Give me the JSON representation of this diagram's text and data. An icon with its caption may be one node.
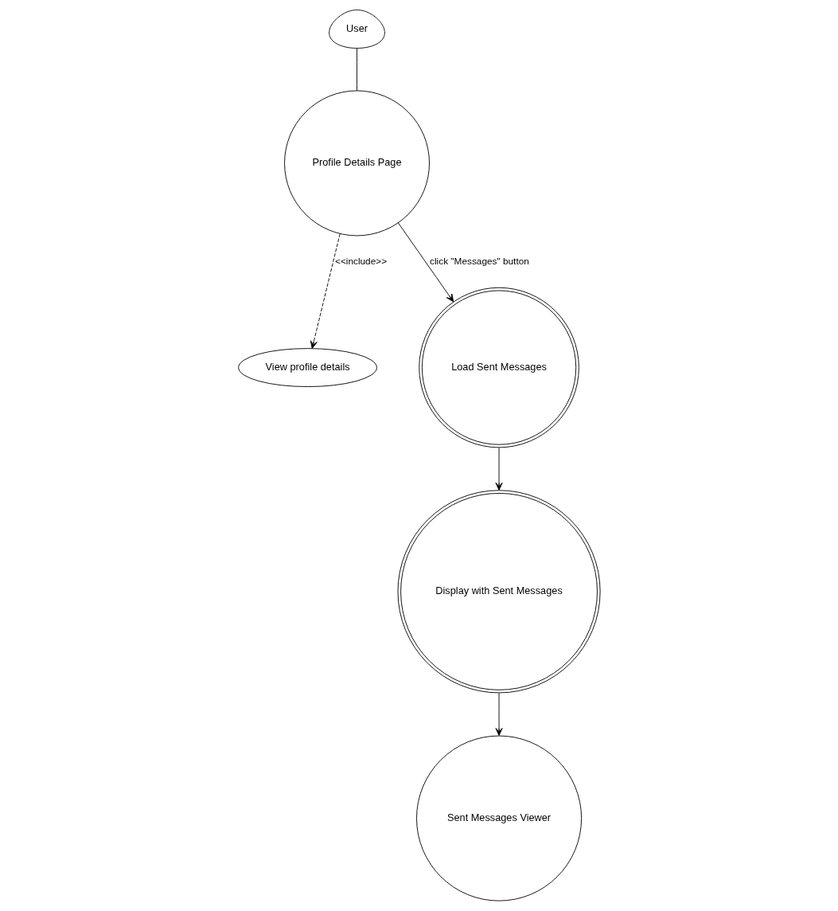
{
  "diagram": {
    "nodes": [
      {
        "text": [
          "User"
        ]
      },
      {
        "text": [
          "Profile Details Page"
        ]
      },
      {
        "text": [
          "View profile details"
        ]
      },
      {
        "text": [
          "Load Sent Messages"
        ]
      },
      {
        "text": [
          "Display with Sent Messages"
        ]
      },
      {
        "text": [
          "Sent Messages Viewer"
        ]
      }
    ],
    "edges": [
      {
        "from": 0,
        "to": 1,
        "arrow": "none"
      },
      {
        "from": 1,
        "to": 2,
        "arrow": "to",
        "label": "<<include>>",
        "style": "dashed"
      },
      {
        "from": 1,
        "to": 3,
        "arrow": "to",
        "label": "click \"Messages\" button"
      },
      {
        "from": 3,
        "to": 4,
        "arrow": "to"
      },
      {
        "from": 4,
        "to": 5,
        "arrow": "to"
      }
    ]
  }
}
